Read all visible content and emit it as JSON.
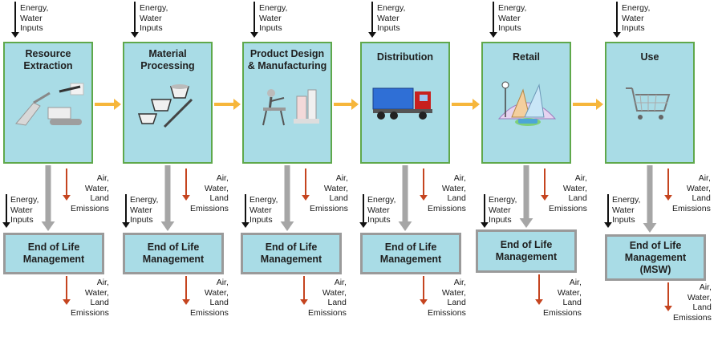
{
  "inputs_label": [
    "Energy,",
    "Water",
    "Inputs"
  ],
  "emissions_label": [
    "Air,",
    "Water,",
    "Land",
    "Emissions"
  ],
  "stages": [
    {
      "title": [
        "Resource",
        "Extraction"
      ],
      "icon": "excavator-icon"
    },
    {
      "title": [
        "Material",
        "Processing"
      ],
      "icon": "mixing-bowls-icon"
    },
    {
      "title": [
        "Product Design",
        "& Manufacturing"
      ],
      "icon": "factory-worker-icon"
    },
    {
      "title": [
        "Distribution"
      ],
      "icon": "truck-icon"
    },
    {
      "title": [
        "Retail"
      ],
      "icon": "shopping-mall-icon"
    },
    {
      "title": [
        "Use"
      ],
      "icon": "shopping-cart-icon"
    }
  ],
  "end_of_life": [
    {
      "label": [
        "End of Life",
        "Management"
      ]
    },
    {
      "label": [
        "End of Life",
        "Management"
      ]
    },
    {
      "label": [
        "End of Life",
        "Management"
      ]
    },
    {
      "label": [
        "End of Life",
        "Management"
      ]
    },
    {
      "label": [
        "End of Life",
        "Management"
      ]
    },
    {
      "label": [
        "End of Life",
        "Management",
        "(MSW)"
      ]
    }
  ],
  "colors": {
    "box_fill": "#a9dce6",
    "stage_border": "#5fa84b",
    "eol_border": "#9a9a9a",
    "flow_arrow": "#f6b63b",
    "emission_arrow": "#c5441f",
    "input_arrow": "#111111",
    "down_arrow": "#a6a6a6"
  }
}
